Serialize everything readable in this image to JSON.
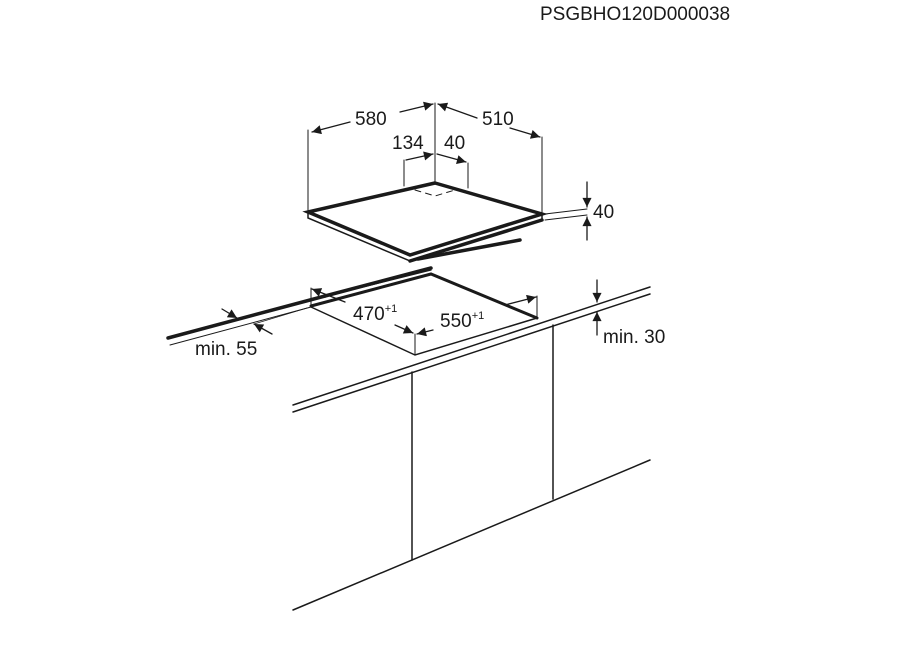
{
  "product_code": "PSGBHO120D000038",
  "dimensions": {
    "width": "580",
    "depth": "510",
    "offset_left": "134",
    "offset_right": "40",
    "height": "40",
    "cutout_depth": "470",
    "cutout_depth_tol": "+1",
    "cutout_width": "550",
    "cutout_width_tol": "+1",
    "min_front": "min. 55",
    "min_thickness": "min. 30"
  },
  "colors": {
    "line": "#1a1a1a",
    "background": "#ffffff"
  }
}
